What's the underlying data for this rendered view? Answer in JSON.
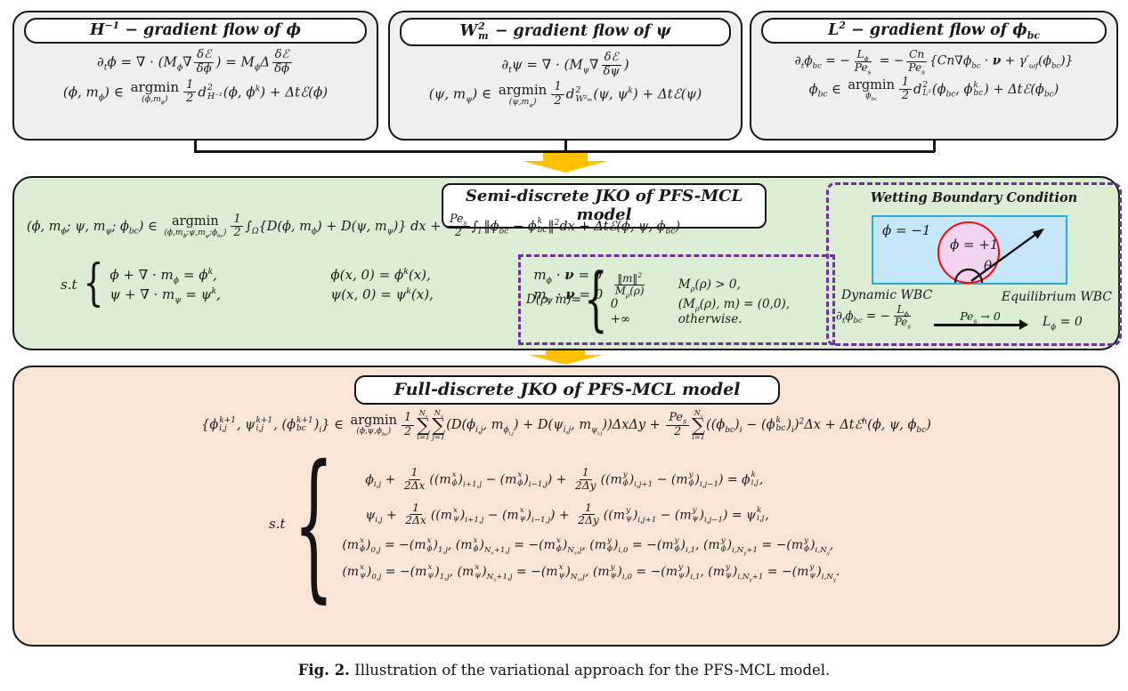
{
  "colors": {
    "top_box_fill": "#EFEFEF",
    "green_fill": "#DBEDD2",
    "pink_fill": "#FAE4D6",
    "dashed_purple": "#7030A0",
    "arrow_orange": "#FFC000",
    "border_black": "#141414",
    "substrate_fill": "#C4E6F7",
    "substrate_border": "#2FA8E1",
    "droplet_fill": "#F3D4F0",
    "droplet_border": "#F5070C"
  },
  "gradient_boxes": [
    {
      "title": "H^{−1} − gradient flow of ϕ",
      "eq1": "∂_{t}ϕ = ∇ · (M_{ϕ}∇\\f{δℰ}{δϕ}) = M_{ϕ}Δ\\f{δℰ}{δϕ}",
      "eq2": "(ϕ, m_{ϕ}) ∈ \\u{argmin}{(ϕ,m_{ϕ})}\\f{1}{2}d\\s{2}{H⁻¹}(ϕ, ϕ^{k}) + Δtℰ(ϕ)"
    },
    {
      "title": "W\\s{2}{m} − gradient flow of ψ",
      "eq1": "∂_{t}ψ = ∇ · (M_{ψ}∇\\f{δℰ}{δψ})",
      "eq2": "(ψ, m_{ψ}) ∈ \\u{argmin}{(ψ,m_{ψ})}\\f{1}{2}d\\s{2}{W²ₘ}(ψ, ψ^{k}) + Δtℰ(ψ)"
    },
    {
      "title": "L^{2} − gradient flow of ϕ_{bc}",
      "eq1": "∂_{t}ϕ_{bc} = −\\f{L_{ϕ}}{Pe_{s}} = −\\f{Cn}{Pe_{s}}{Cn∇ϕ_{bc} · \\b{ν} + γ′_{ωf}(ϕ_{bc})}",
      "eq2": "ϕ_{bc} ∈ \\u{argmin}{ϕ_{bc}}\\f{1}{2}d\\s{2}{L²}(ϕ_{bc}, ϕ\\s{k}{bc}) + Δtℰ(ϕ_{bc})"
    }
  ],
  "semi_discrete": {
    "title": "Semi-discrete JKO of PFS-MCL model",
    "objective": "(ϕ, m_{ϕ}; ψ, m_{ψ}; ϕ_{bc}) ∈ \\u{argmin}{(ϕ,m_{ϕ};ψ,m_{ψ};ϕ_{bc})}\\f{1}{2}∫_{Ω}{D(ϕ, m_{ϕ}) + D(ψ, m_{ψ})} dx + \\f{Pe_{s}}{2}∫_{Γ}‖ϕ_{bc} − ϕ\\s{k}{bc}‖^{2}dx + Δtℰ(ϕ, ψ, ϕ_{bc})",
    "st_label": "s.t",
    "constraints": [
      [
        "ϕ + ∇ · m_{ϕ} = ϕ^{k},",
        "ϕ(x, 0) = ϕ^{k}(x),",
        "m_{ϕ} · \\b{ν} = 0"
      ],
      [
        "ψ + ∇ · m_{ψ} = ψ^{k},",
        "ψ(x, 0) = ψ^{k}(x),",
        "m_{ψ} · \\b{ν} = 0"
      ]
    ],
    "d_definition": {
      "lhs": "D(ρ, m)=",
      "cases": [
        [
          "\\f{‖m‖^{2}}{M_{ρ}(ρ)}",
          "M_{ρ}(ρ) > 0,"
        ],
        [
          "0",
          "(M_{ρ}(ρ), m) = (0,0),"
        ],
        [
          "+∞",
          "otherwise."
        ]
      ]
    },
    "wbc": {
      "title": "Wetting Boundary Condition",
      "outside_label": "ϕ = −1",
      "inside_label": "ϕ = +1",
      "angle_label": "θ",
      "dynamic_label": "Dynamic WBC",
      "equilibrium_label": "Equilibrium WBC",
      "dynamic_eq": "∂_{t}ϕ_{bc} = −\\f{L_{ϕ}}{Pe_{s}}",
      "limit_label": "Pe_{s} → 0",
      "equilibrium_eq": "L_{ϕ} = 0"
    }
  },
  "full_discrete": {
    "title": "Full-discrete JKO of PFS-MCL model",
    "objective": "{ϕ\\s{k+1}{i,j}, ψ\\s{k+1}{i,j}, (ϕ\\s{k+1}{bc})_{i}} ∈ \\u{argmin}{(ϕ,ψ,ϕ_{bc})}\\f{1}{2}\\o{∑}{N_{x}}{i=1}\\o{∑}{N_{y}}{j=1}(D(ϕ_{i,j}, m_{ϕ_{i,j}}) + D(ψ_{i,j}, m_{ψ_{i,j}}))ΔxΔy + \\f{Pe_{s}}{2}\\o{∑}{N_{x}}{i=1}((ϕ_{bc})_{i} − (ϕ\\s{k}{bc})_{i})^{2}Δx + Δtℰ^{h}(ϕ, ψ, ϕ_{bc})",
    "st_label": "s.t",
    "constraints": [
      "ϕ_{i,j} + \\f{1}{2Δx}((m\\s{x}{ϕ})_{i+1,j} − (m\\s{x}{ϕ})_{i−1,j}) + \\f{1}{2Δy}((m\\s{y}{ϕ})_{i,j+1} − (m\\s{y}{ϕ})_{i,j−1}) = ϕ\\s{k}{i,j},",
      "ψ_{i,j} + \\f{1}{2Δx}((m\\s{x}{ψ})_{i+1,j} − (m\\s{x}{ψ})_{i−1,j}) + \\f{1}{2Δy}((m\\s{y}{ψ})_{i,j+1} − (m\\s{y}{ψ})_{i,j−1}) = ψ\\s{k}{i,j},",
      "(m\\s{x}{ϕ})_{0,j} = −(m\\s{x}{ϕ})_{1,j}, (m\\s{x}{ϕ})_{N_{x}+1,j} = −(m\\s{x}{ϕ})_{N_{x},j}, (m\\s{y}{ϕ})_{i,0} = −(m\\s{y}{ϕ})_{i,1}, (m\\s{y}{ϕ})_{i,N_{y}+1} = −(m\\s{y}{ϕ})_{i,N_{y}},",
      "(m\\s{x}{ψ})_{0,j} = −(m\\s{x}{ψ})_{1,j}, (m\\s{x}{ψ})_{N_{x}+1,j} = −(m\\s{x}{ψ})_{N_{x},j}, (m\\s{y}{ψ})_{i,0} = −(m\\s{y}{ψ})_{i,1}, (m\\s{y}{ψ})_{i,N_{y}+1} = −(m\\s{y}{ψ})_{i,N_{y}}."
    ]
  },
  "caption": {
    "label": "Fig. 2.",
    "text": "Illustration of the variational approach for the PFS-MCL model."
  }
}
